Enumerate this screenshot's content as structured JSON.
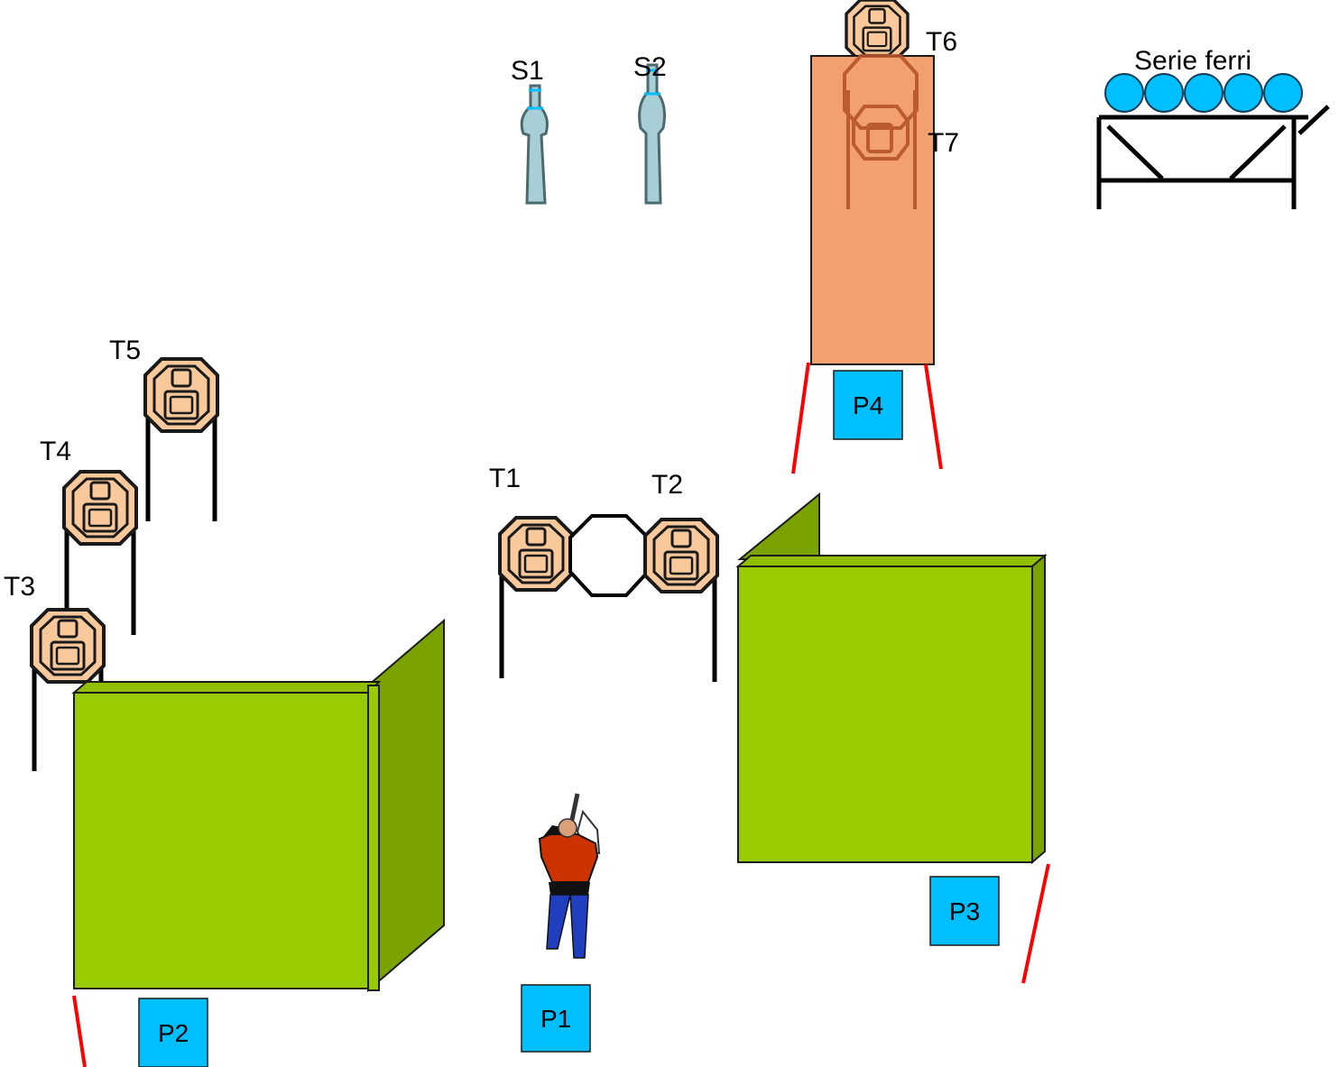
{
  "targets": {
    "t1": "T1",
    "t2": "T2",
    "t3": "T3",
    "t4": "T4",
    "t5": "T5",
    "t6": "T6",
    "t7": "T7"
  },
  "steel_poppers": {
    "s1": "S1",
    "s2": "S2"
  },
  "plate_rack": {
    "label": "Serie ferri",
    "plates": 5
  },
  "positions": {
    "p1": "P1",
    "p2": "P2",
    "p3": "P3",
    "p4": "P4"
  },
  "colors": {
    "wall_front": "#99cc00",
    "wall_side": "#7aa300",
    "target_fill": "#f9c89b",
    "target_stroke": "#1a1a1a",
    "position_box": "#00bfff",
    "fault_line": "#ff0000",
    "orange_panel": "#f2a06e",
    "plate_fill": "#00bfff",
    "popper_fill": "#a9cfd6"
  }
}
